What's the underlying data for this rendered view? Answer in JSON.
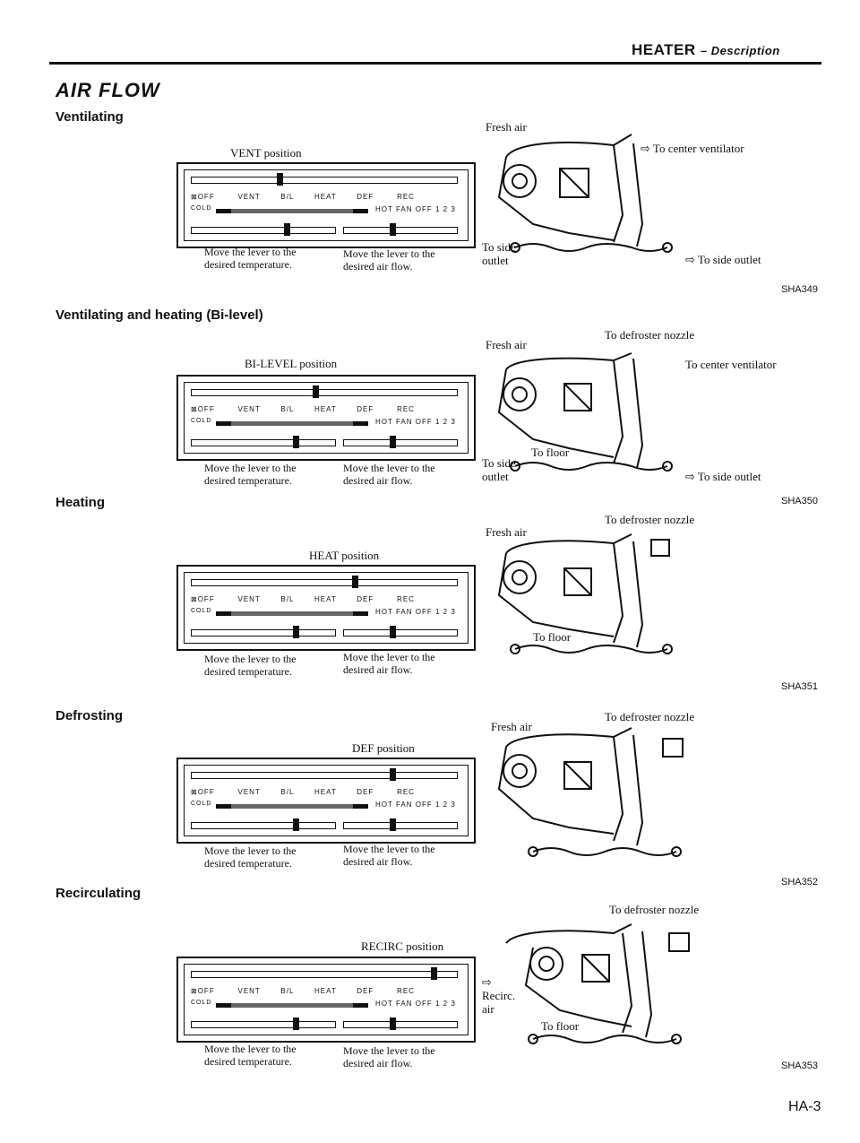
{
  "header": {
    "title": "HEATER",
    "subtitle": "– Description"
  },
  "section_title": "AIR FLOW",
  "sections": [
    {
      "heading": "Ventilating",
      "position": "VENT position",
      "captions": [
        "Move the lever to the",
        "desired temperature.",
        "Move the lever to the",
        "desired air flow."
      ],
      "labels": {
        "fresh": "Fresh air",
        "center": "To center ventilator",
        "side_left_1": "To side",
        "side_left_2": "outlet",
        "side_right": "To side outlet"
      },
      "code": "SHA349"
    },
    {
      "heading": "Ventilating and heating (Bi-level)",
      "position": "BI-LEVEL position",
      "captions": [
        "Move the lever to the",
        "desired temperature.",
        "Move the lever to the",
        "desired air flow."
      ],
      "labels": {
        "fresh": "Fresh air",
        "defroster": "To defroster nozzle",
        "center": "To center ventilator",
        "floor": "To floor",
        "side_left_1": "To side",
        "side_left_2": "outlet",
        "side_right": "To side outlet"
      },
      "code": "SHA350"
    },
    {
      "heading": "Heating",
      "position": "HEAT position",
      "captions": [
        "Move the lever to the",
        "desired temperature.",
        "Move the lever to the",
        "desired air flow."
      ],
      "labels": {
        "fresh": "Fresh air",
        "defroster": "To defroster nozzle",
        "floor": "To floor"
      },
      "code": "SHA351"
    },
    {
      "heading": "Defrosting",
      "position": "DEF position",
      "captions": [
        "Move the lever to the",
        "desired temperature.",
        "Move the lever to the",
        "desired air flow."
      ],
      "labels": {
        "fresh": "Fresh air",
        "defroster": "To defroster nozzle"
      },
      "code": "SHA352"
    },
    {
      "heading": "Recirculating",
      "position": "RECIRC position",
      "captions": [
        "Move the lever to the",
        "desired temperature.",
        "Move the lever to the",
        "desired air flow."
      ],
      "labels": {
        "recirc_1": "Recirc.",
        "recirc_2": "air",
        "defroster": "To defroster nozzle",
        "floor": "To floor"
      },
      "code": "SHA353"
    }
  ],
  "panel_text": {
    "off": "OFF",
    "vent": "VENT",
    "bl": "B/L",
    "heat": "HEAT",
    "def": "DEF",
    "rec": "REC",
    "cold": "COLD",
    "hot": "HOT",
    "fan": "FAN",
    "speeds": "OFF 1 2 3"
  },
  "page_number": "HA-3"
}
